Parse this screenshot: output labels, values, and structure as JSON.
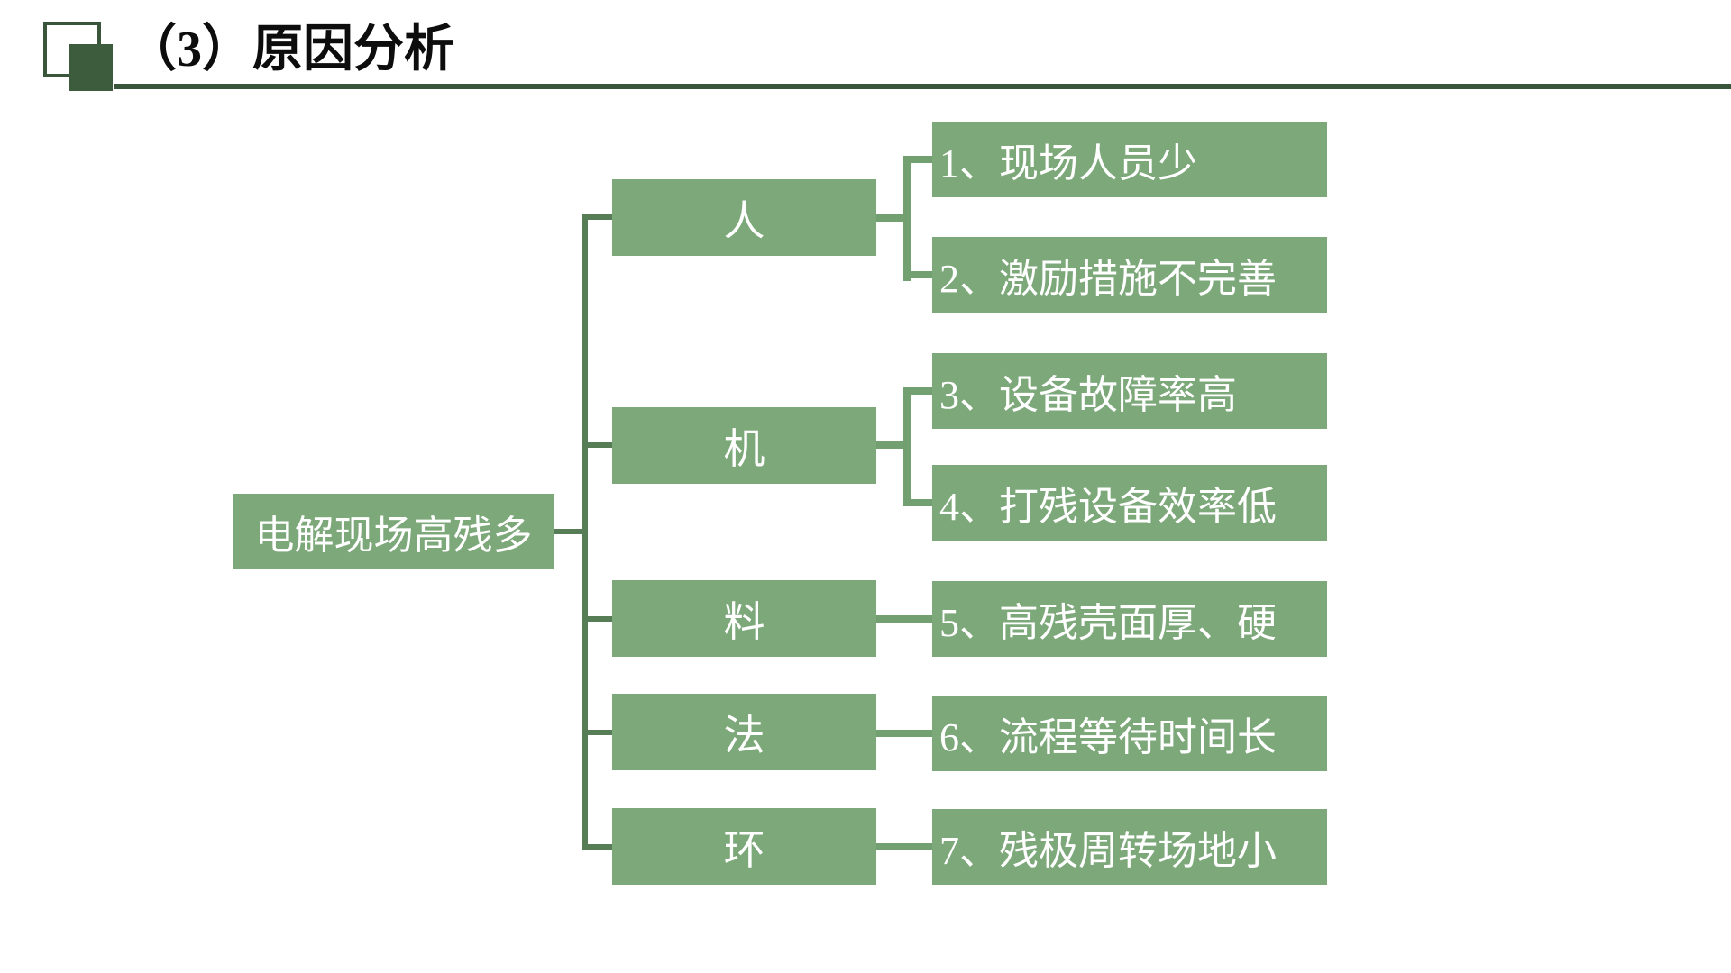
{
  "slide": {
    "title": "（3）原因分析"
  },
  "colors": {
    "node_fill": "#7CA87A",
    "node_text": "#FFFFFF",
    "left_connector": "#567D55",
    "right_connector": "#72A070",
    "title_accent_dark_green": "#3A563A",
    "title_text": "#0D0D0D",
    "background": "#FFFFFF"
  },
  "diagram": {
    "root": {
      "label": "电解现场高残多"
    },
    "categories": [
      {
        "label": "人",
        "leaves": [
          {
            "label": "1、现场人员少"
          },
          {
            "label": "2、激励措施不完善"
          }
        ]
      },
      {
        "label": "机",
        "leaves": [
          {
            "label": "3、设备故障率高"
          },
          {
            "label": "4、打残设备效率低"
          }
        ]
      },
      {
        "label": "料",
        "leaves": [
          {
            "label": "5、高残壳面厚、硬"
          }
        ]
      },
      {
        "label": "法",
        "leaves": [
          {
            "label": "6、流程等待时间长"
          }
        ]
      },
      {
        "label": "环",
        "leaves": [
          {
            "label": "7、残极周转场地小"
          }
        ]
      }
    ]
  }
}
